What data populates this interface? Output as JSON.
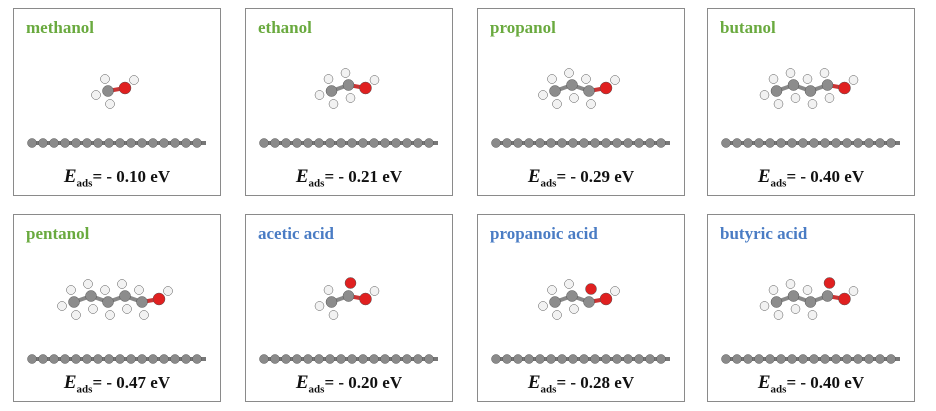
{
  "colors": {
    "alcohol": "#6aaa3f",
    "acid": "#4a7cc4"
  },
  "energy_symbol": "E",
  "energy_subscript": "ads",
  "panels": [
    {
      "name": "methanol",
      "type": "alcohol",
      "carbons": 1,
      "acid": false,
      "energy": "= - 0.10 eV"
    },
    {
      "name": "ethanol",
      "type": "alcohol",
      "carbons": 2,
      "acid": false,
      "energy": "= - 0.21 eV"
    },
    {
      "name": "propanol",
      "type": "alcohol",
      "carbons": 3,
      "acid": false,
      "energy": "= - 0.29 eV"
    },
    {
      "name": "butanol",
      "type": "alcohol",
      "carbons": 4,
      "acid": false,
      "energy": "= - 0.40 eV"
    },
    {
      "name": "pentanol",
      "type": "alcohol",
      "carbons": 5,
      "acid": false,
      "energy": "= - 0.47 eV"
    },
    {
      "name": "acetic acid",
      "type": "acid",
      "carbons": 2,
      "acid": true,
      "energy": "= - 0.20 eV"
    },
    {
      "name": "propanoic acid",
      "type": "acid",
      "carbons": 3,
      "acid": true,
      "energy": "= - 0.28 eV"
    },
    {
      "name": "butyric acid",
      "type": "acid",
      "carbons": 4,
      "acid": true,
      "energy": "= - 0.40 eV"
    }
  ]
}
